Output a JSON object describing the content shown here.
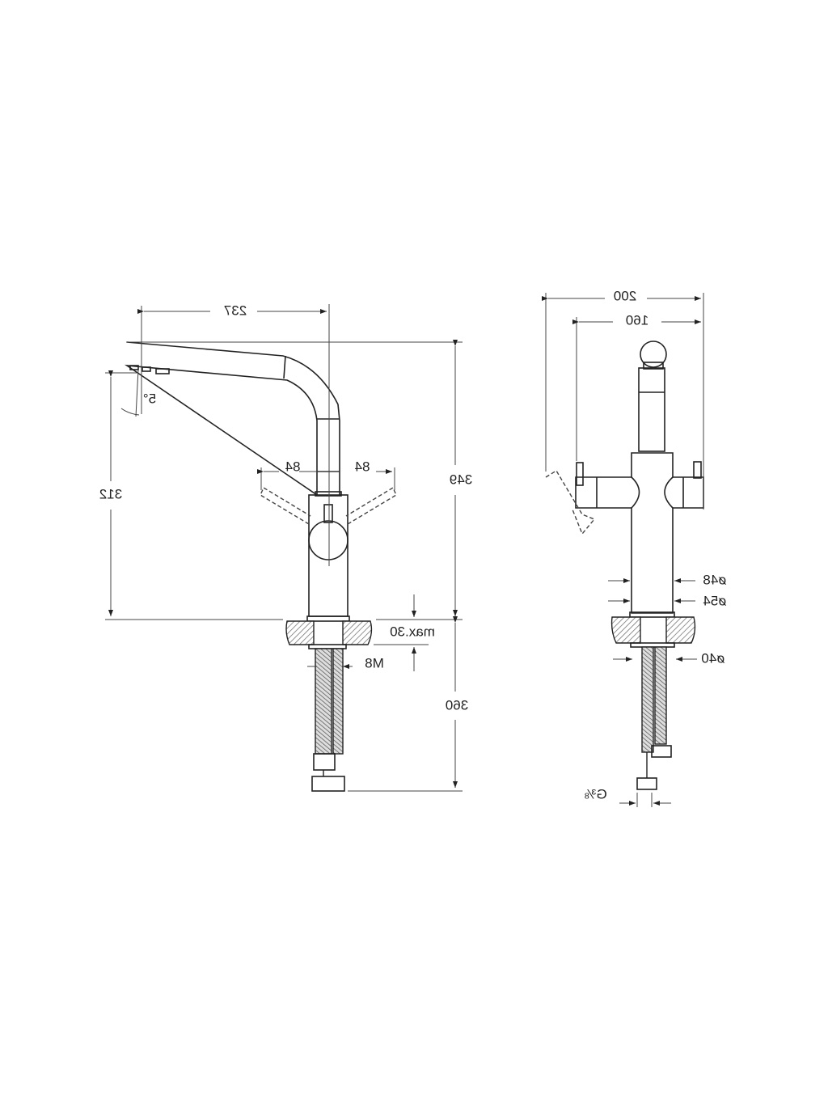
{
  "side_view": {
    "dim_spout_reach": "237",
    "dim_total_height": "349",
    "dim_outlet_height": "312",
    "dim_angle": "5°",
    "dim_lever_left": "84",
    "dim_lever_right": "84",
    "dim_max_counter": "max.30",
    "dim_thread": "M8",
    "dim_hose_length": "360"
  },
  "front_view": {
    "dim_width_total": "200",
    "dim_width_inner": "160",
    "dim_dia_48": "ø48",
    "dim_dia_54": "ø54",
    "dim_dia_40": "ø40",
    "dim_connection": "G⅜"
  },
  "colors": {
    "line": "#222222",
    "background": "#ffffff"
  }
}
